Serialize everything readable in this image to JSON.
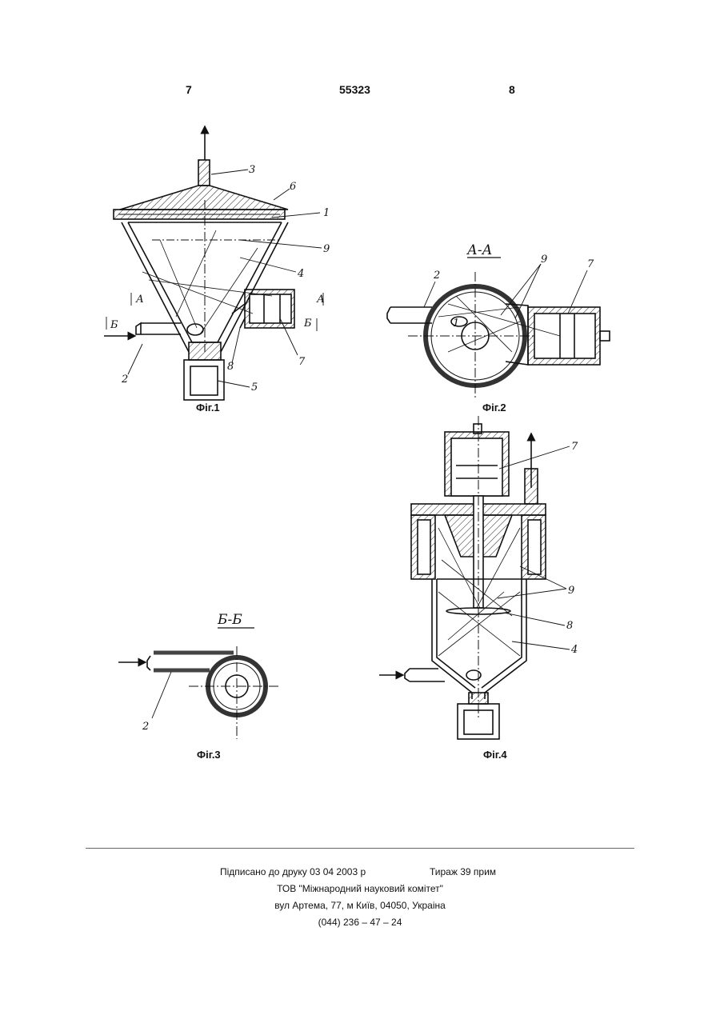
{
  "header": {
    "page_left": "7",
    "patent_number": "55323",
    "page_right": "8"
  },
  "figures": {
    "fig1": {
      "caption": "Фіг.1",
      "labels": [
        "3",
        "6",
        "1",
        "9",
        "4",
        "7",
        "8",
        "5",
        "2"
      ],
      "section_marks": [
        "А",
        "А",
        "Б",
        "Б"
      ]
    },
    "fig2": {
      "caption": "Фіг.2",
      "section_title": "А-А",
      "labels": [
        "2",
        "9",
        "7",
        "1"
      ]
    },
    "fig3": {
      "caption": "Фіг.3",
      "section_title": "Б-Б",
      "labels": [
        "2"
      ]
    },
    "fig4": {
      "caption": "Фіг.4",
      "labels": [
        "7",
        "9",
        "8",
        "4"
      ]
    }
  },
  "footer": {
    "signed": "Підписано до друку 03 04 2003 р",
    "circulation": "Тираж 39 прим",
    "org": "ТОВ \"Міжнародний науковий комітет\"",
    "address": "вул  Артема, 77, м  Київ, 04050, Украіна",
    "phone": "(044) 236 – 47 – 24"
  }
}
